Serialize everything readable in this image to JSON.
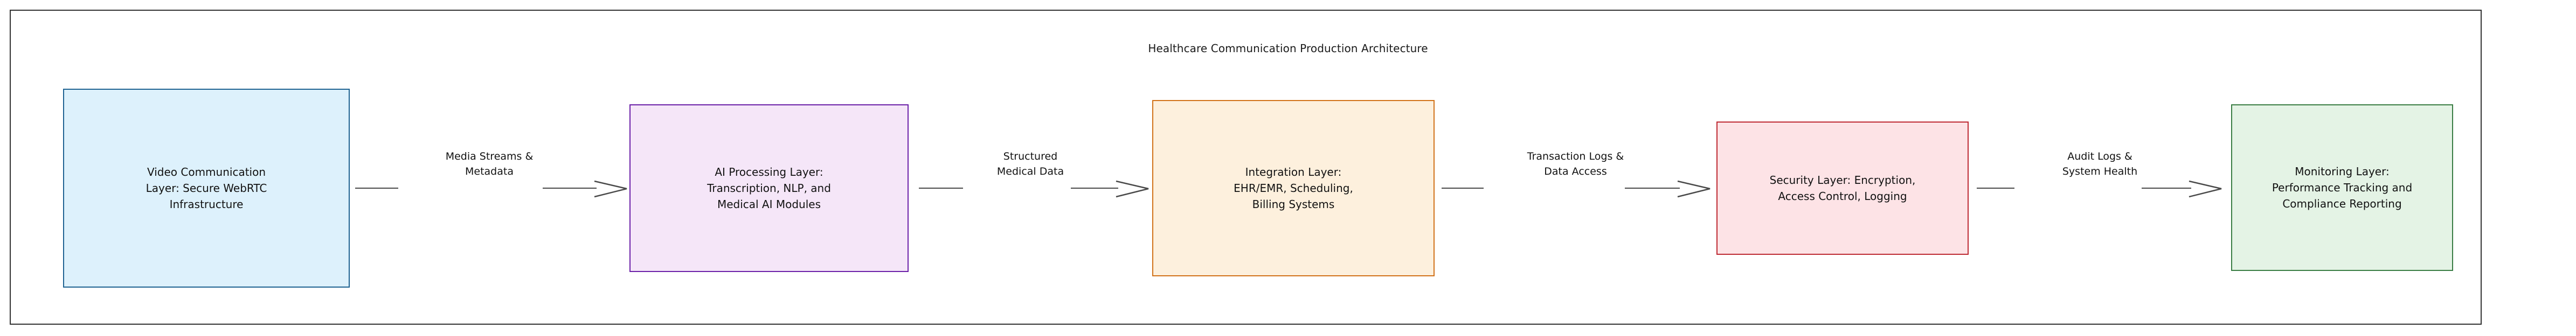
{
  "title": "Healthcare Communication Production Architecture",
  "chart_data": {
    "type": "diagram",
    "diagram_type": "flowchart-left-to-right",
    "title": "Healthcare Communication Production Architecture",
    "nodes": [
      {
        "id": "video",
        "label": "Video Communication\nLayer: Secure WebRTC\nInfrastructure",
        "fill": "#ddf1fc",
        "border": "#1f6392"
      },
      {
        "id": "ai",
        "label": "AI Processing Layer:\nTranscription, NLP, and\nMedical AI Modules",
        "fill": "#f5e6f8",
        "border": "#6b20a8"
      },
      {
        "id": "integration",
        "label": "Integration Layer:\nEHR/EMR, Scheduling,\nBilling Systems",
        "fill": "#fdf0dd",
        "border": "#d2731a"
      },
      {
        "id": "security",
        "label": "Security Layer: Encryption,\nAccess Control, Logging",
        "fill": "#fde3e6",
        "border": "#be2a33"
      },
      {
        "id": "monitoring",
        "label": "Monitoring Layer:\nPerformance Tracking and\nCompliance Reporting",
        "fill": "#e4f3e5",
        "border": "#3a7d44"
      }
    ],
    "edges": [
      {
        "from": "video",
        "to": "ai",
        "label": "Media Streams &\nMetadata"
      },
      {
        "from": "ai",
        "to": "integration",
        "label": "Structured\nMedical Data"
      },
      {
        "from": "integration",
        "to": "security",
        "label": "Transaction Logs &\nData Access"
      },
      {
        "from": "security",
        "to": "monitoring",
        "label": "Audit Logs &\nSystem Health"
      }
    ],
    "edge_color": "#4a4a4a",
    "frame_border": "#333333",
    "background": "#ffffff"
  }
}
